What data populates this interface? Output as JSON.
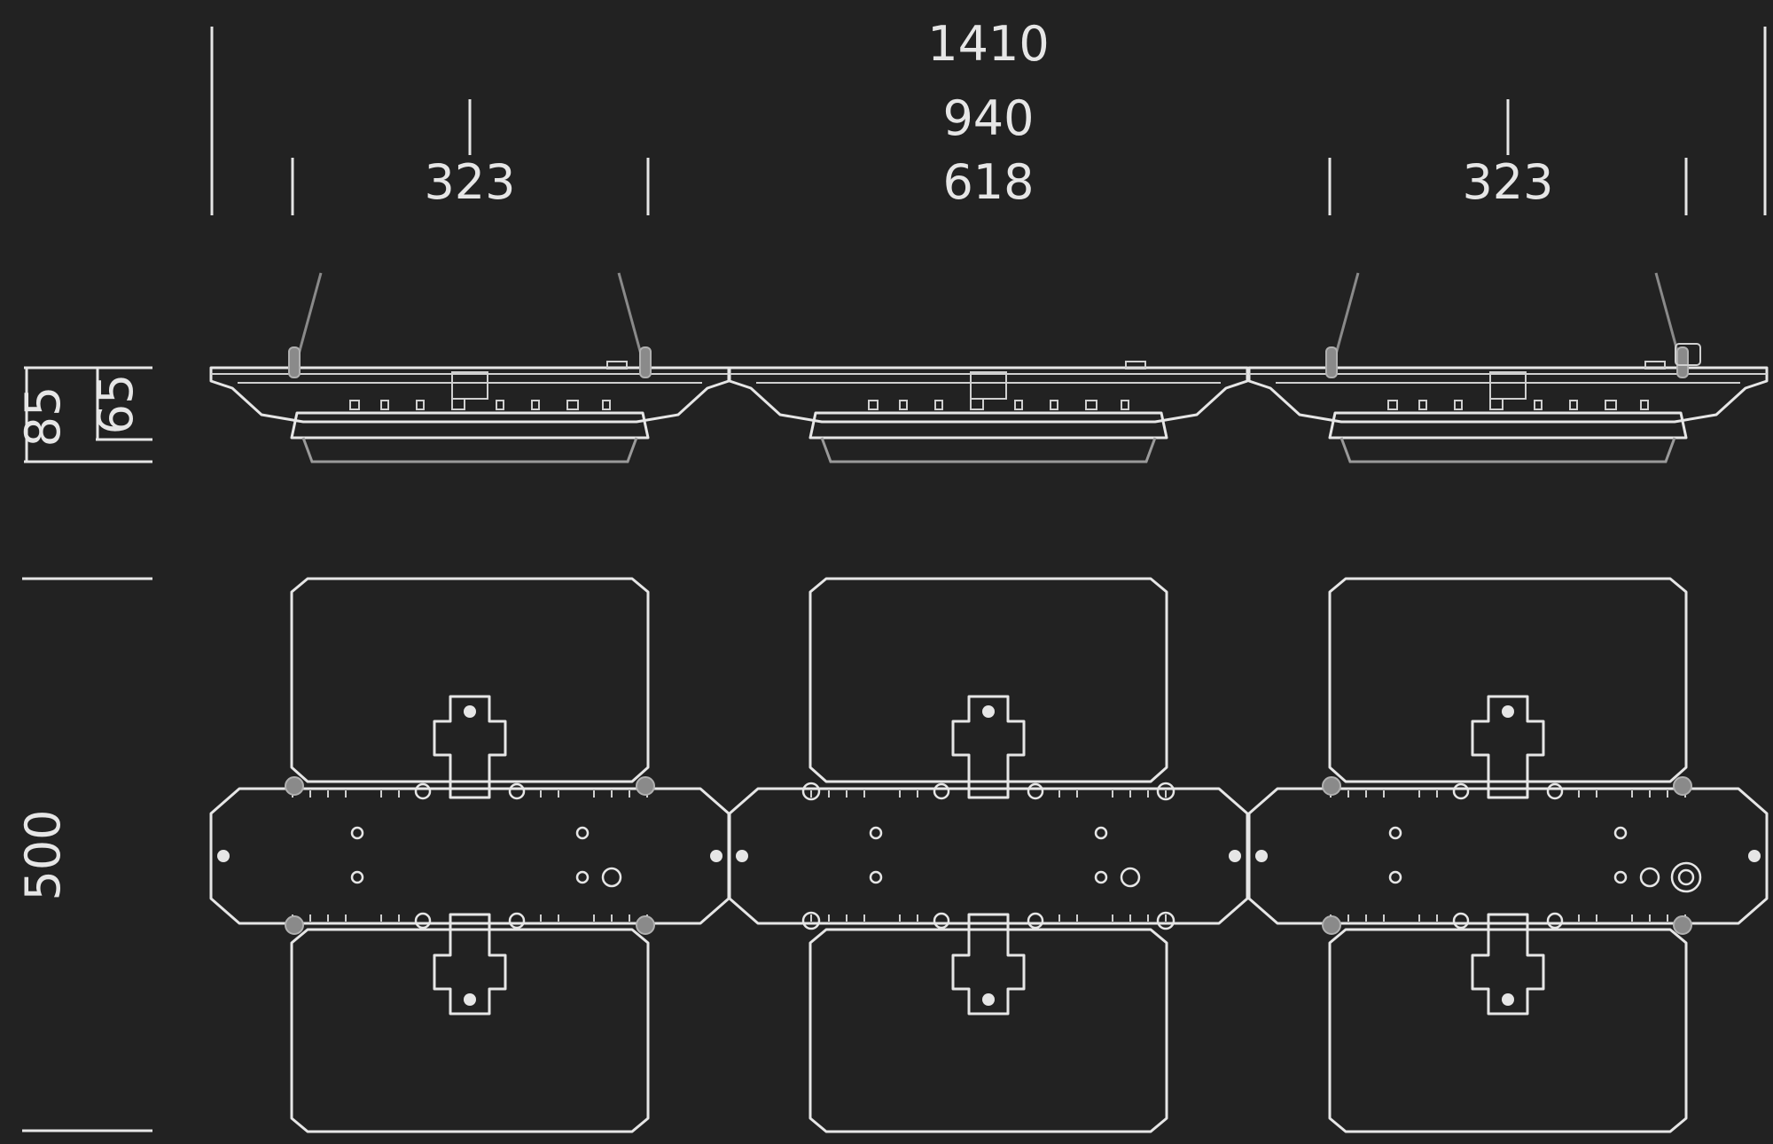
{
  "colors": {
    "background": "#222222",
    "lines": "#e6e6e6",
    "secondary": "#8a8a8a"
  },
  "dimensions": {
    "overall_width": "1410",
    "spacing_width": "940",
    "module_width_left": "323",
    "gap_width": "618",
    "module_width_right": "323",
    "total_height": "85",
    "body_height": "65",
    "depth": "500"
  },
  "modules": [
    {
      "id": "left",
      "cable_clips": true,
      "connector": false,
      "extra_gland": false
    },
    {
      "id": "center",
      "cable_clips": false,
      "connector": false,
      "extra_gland": false
    },
    {
      "id": "right",
      "cable_clips": true,
      "connector": true,
      "extra_gland": true
    }
  ]
}
